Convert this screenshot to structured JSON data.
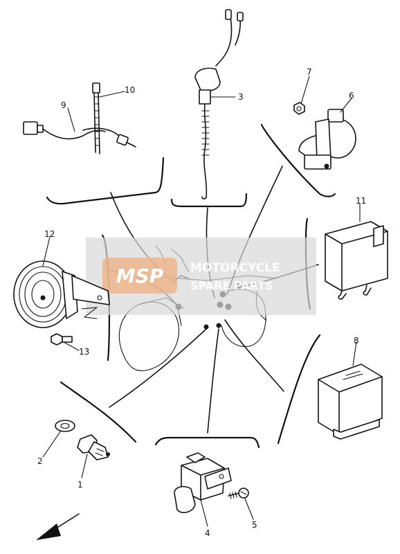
{
  "watermark": {
    "logo": "MSP",
    "line1": "MOTORCYCLE",
    "line2": "SPARE PARTS"
  },
  "callouts": {
    "c1": "1",
    "c2": "2",
    "c3": "3",
    "c4": "4",
    "c5": "5",
    "c6": "6",
    "c7": "7",
    "c8": "8",
    "c9": "9",
    "c10": "10",
    "c11": "11",
    "c12": "12",
    "c13": "13"
  },
  "colors": {
    "ink": "#111111",
    "watermark_bg": "#d8d8d8",
    "watermark_logo": "#f0b080"
  }
}
